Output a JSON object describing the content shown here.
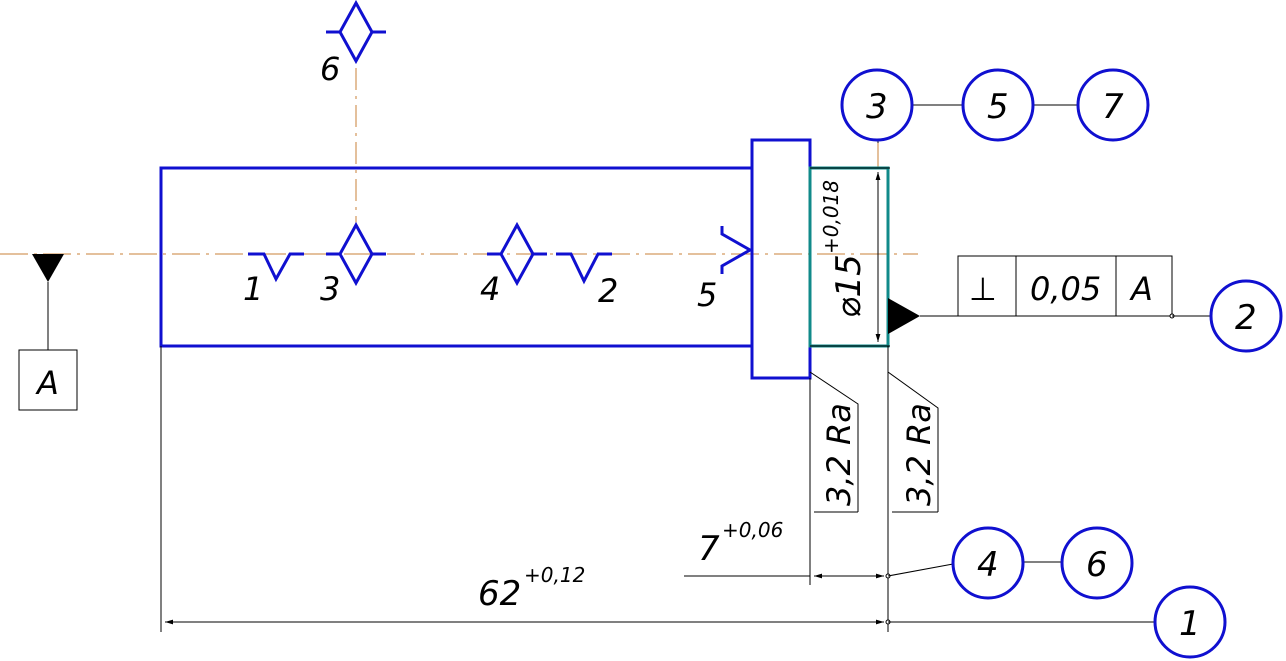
{
  "colors": {
    "part": "#1010d0",
    "teal": "#108a8a",
    "axis": "#c8803a",
    "ink": "#000000"
  },
  "datum": {
    "label": "A"
  },
  "base_marks": [
    {
      "id": "base-1",
      "symbol": "check",
      "label": "1"
    },
    {
      "id": "base-2",
      "symbol": "check",
      "label": "2"
    },
    {
      "id": "base-3",
      "symbol": "diamond",
      "label": "3"
    },
    {
      "id": "base-4",
      "symbol": "diamond",
      "label": "4"
    },
    {
      "id": "base-5",
      "symbol": "check-vertical",
      "label": "5"
    },
    {
      "id": "base-6",
      "symbol": "diamond",
      "label": "6"
    }
  ],
  "dimensions": {
    "length": {
      "value": "62",
      "tolerance": "+0,12"
    },
    "shoulder": {
      "value": "7",
      "tolerance": "+0,06"
    },
    "diameter": {
      "value": "⌀15",
      "tolerance": "+0,018"
    }
  },
  "tolerance_frame": {
    "symbol": "⊥",
    "value": "0,05",
    "datum": "A"
  },
  "roughness": [
    {
      "id": "ra-left",
      "value": "3,2 Ra"
    },
    {
      "id": "ra-right",
      "value": "3,2 Ra"
    }
  ],
  "callouts": [
    "3",
    "5",
    "7",
    "2",
    "4",
    "6",
    "1"
  ]
}
